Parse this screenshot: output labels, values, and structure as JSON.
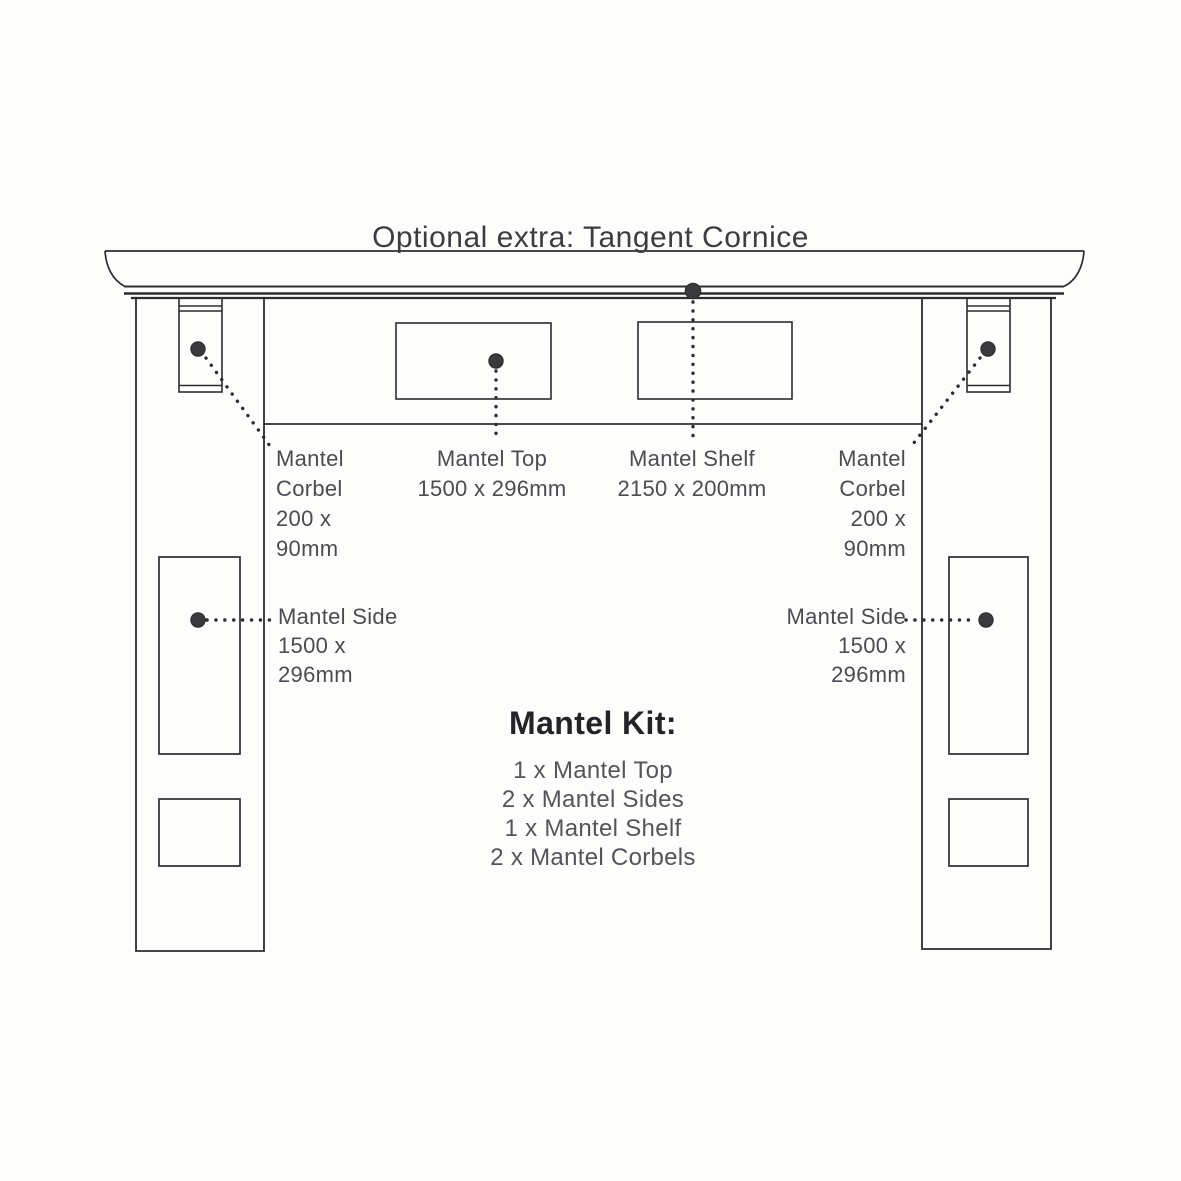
{
  "title": "Optional extra: Tangent Cornice",
  "labels": {
    "mantel_corbel_left": [
      "Mantel",
      "Corbel",
      "200 x",
      "90mm"
    ],
    "mantel_top": [
      "Mantel Top",
      "1500 x 296mm"
    ],
    "mantel_shelf": [
      "Mantel Shelf",
      "2150 x 200mm"
    ],
    "mantel_corbel_right": [
      "Mantel",
      "Corbel",
      "200 x",
      "90mm"
    ],
    "mantel_side_left": [
      "Mantel Side",
      "1500 x",
      "296mm"
    ],
    "mantel_side_right": [
      "Mantel Side",
      "1500 x",
      "296mm"
    ]
  },
  "kit": {
    "heading": "Mantel Kit:",
    "items": [
      "1 x Mantel Top",
      "2 x Mantel Sides",
      "1 x Mantel Shelf",
      "2 x Mantel Corbels"
    ]
  },
  "colors": {
    "line": "#2d2d2f",
    "marker_dot": "#3a3a3c",
    "label_text": "#4b4c51",
    "heading_text": "#242428",
    "background": "#fdfdfc"
  }
}
